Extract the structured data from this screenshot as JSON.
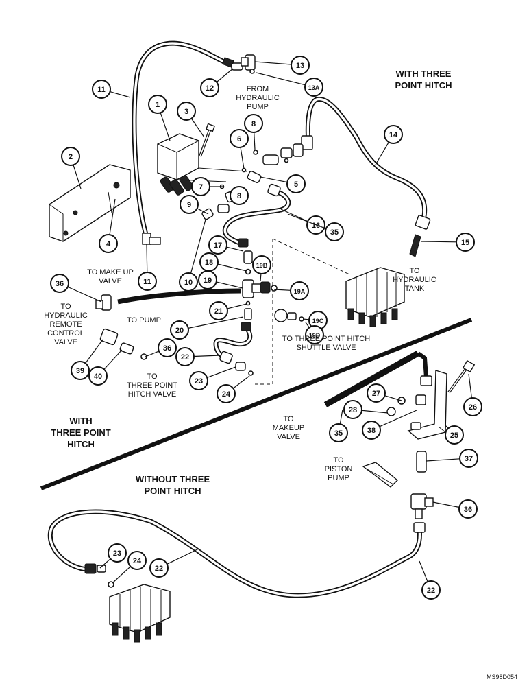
{
  "headings": {
    "with_tph_top": [
      "WITH THREE",
      "POINT HITCH"
    ],
    "with_tph_left": [
      "WITH",
      "THREE POINT",
      "HITCH"
    ],
    "without_tph": [
      "WITHOUT THREE",
      "POINT HITCH"
    ]
  },
  "labels": {
    "from_pump": [
      "FROM",
      "HYDRAULIC",
      "PUMP"
    ],
    "to_tank": [
      "TO",
      "HYDRAULIC",
      "TANK"
    ],
    "to_makeup_valve": [
      "TO MAKE UP",
      "VALVE"
    ],
    "to_remote": [
      "TO",
      "HYDRAULIC",
      "REMOTE",
      "CONTROL",
      "VALVE"
    ],
    "to_pump": "TO PUMP",
    "to_shuttle": [
      "TO THREE POINT HITCH",
      "SHUTTLE VALVE"
    ],
    "to_tph_valve": [
      "TO",
      "THREE POINT",
      "HITCH VALVE"
    ],
    "to_makeup2": [
      "TO",
      "MAKEUP",
      "VALVE"
    ],
    "to_piston": [
      "TO",
      "PISTON",
      "PUMP"
    ]
  },
  "callouts": [
    "1",
    "2",
    "3",
    "4",
    "5",
    "6",
    "7",
    "8",
    "8",
    "9",
    "10",
    "11",
    "11",
    "12",
    "13",
    "13A",
    "14",
    "15",
    "16",
    "35",
    "17",
    "18",
    "19",
    "19B",
    "19A",
    "19C",
    "19D",
    "20",
    "21",
    "22",
    "23",
    "24",
    "36",
    "39",
    "40",
    "36",
    "27",
    "28",
    "38",
    "25",
    "26",
    "35",
    "37",
    "36",
    "22",
    "22",
    "23",
    "24"
  ],
  "drawing_code": "MS98D054"
}
